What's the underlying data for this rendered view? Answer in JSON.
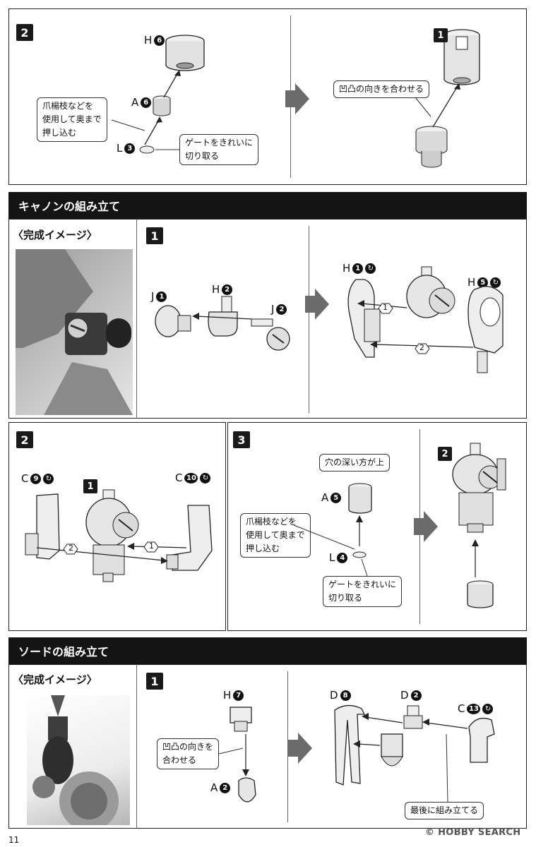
{
  "top_panel": {
    "step": "2",
    "part_h": {
      "letter": "H",
      "num": "6"
    },
    "part_a": {
      "letter": "A",
      "num": "6"
    },
    "part_l": {
      "letter": "L",
      "num": "3"
    },
    "note_push": [
      "爪楊枝などを",
      "使用して奥まで",
      "押し込む"
    ],
    "note_gate": [
      "ゲートをきれいに",
      "切り取る"
    ],
    "sub_step": "1",
    "note_align": "凹凸の向きを合わせる"
  },
  "cannon": {
    "header": "キャノンの組み立て",
    "image_caption": "〈完成イメージ〉",
    "step1": {
      "step": "1",
      "j1": {
        "letter": "J",
        "num": "1"
      },
      "h2": {
        "letter": "H",
        "num": "2"
      },
      "j2": {
        "letter": "J",
        "num": "2"
      },
      "h1": {
        "letter": "H",
        "num": "1"
      },
      "h5": {
        "letter": "H",
        "num": "5"
      },
      "mark1": "1",
      "mark2": "2"
    },
    "step2": {
      "step": "2",
      "c9": {
        "letter": "C",
        "num": "9"
      },
      "c10": {
        "letter": "C",
        "num": "10"
      },
      "sub_step": "1",
      "mark1": "1",
      "mark2": "2"
    },
    "step3": {
      "step": "3",
      "note_top": "穴の深い方が上",
      "a5": {
        "letter": "A",
        "num": "5"
      },
      "l4": {
        "letter": "L",
        "num": "4"
      },
      "note_push": [
        "爪楊枝などを",
        "使用して奥まで",
        "押し込む"
      ],
      "note_gate": [
        "ゲートをきれいに",
        "切り取る"
      ],
      "sub_step": "2"
    }
  },
  "sword": {
    "header": "ソードの組み立て",
    "image_caption": "〈完成イメージ〉",
    "step1": {
      "step": "1",
      "h7": {
        "letter": "H",
        "num": "7"
      },
      "a2": {
        "letter": "A",
        "num": "2"
      },
      "note_align": [
        "凹凸の向きを",
        "合わせる"
      ],
      "d8": {
        "letter": "D",
        "num": "8"
      },
      "d2": {
        "letter": "D",
        "num": "2"
      },
      "c13": {
        "letter": "C",
        "num": "13"
      },
      "note_last": "最後に組み立てる"
    }
  },
  "footer": {
    "page_number": "11",
    "watermark": "© HOBBY SEARCH"
  }
}
